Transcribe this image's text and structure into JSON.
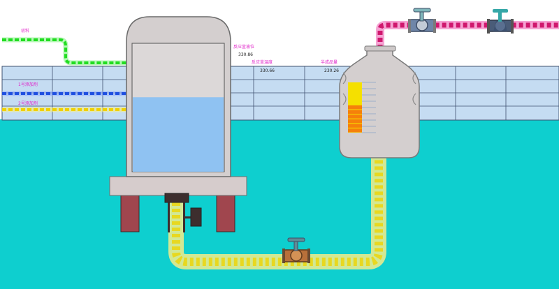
{
  "labels": {
    "initial_material": "初料",
    "additive_1": "1号添加剂",
    "additive_2": "2号添加剂",
    "reactor_level": "反应釜液位",
    "reactor_temperature": "反应釜温度",
    "semi_product": "半成品量"
  },
  "readings": {
    "reactor_level": "330.86",
    "reactor_temperature": "330.66",
    "semi_product": "230.26"
  },
  "levels": {
    "reactor_fill_fraction": 0.58,
    "semi_product_fill_fraction": 0.55
  },
  "colors": {
    "water": "#0ecfcf",
    "grid_fill": "#c5dcf2",
    "grid_line": "#3f5270",
    "pipe_initial": "#33dd33",
    "pipe_additive_1": "#1f4fe0",
    "pipe_additive_2": "#f0d000",
    "pipe_outlet": "#e6d84a",
    "pipe_feed": "#e0208c",
    "reactor_body": "#d4cfcf",
    "reactor_liquid": "#8fc2f2",
    "gauge_fill": "#f5800b",
    "gauge_top": "#f5e000",
    "legs": "#a0464e"
  },
  "icons": [
    "valve-icon",
    "valve-icon",
    "valve-icon"
  ]
}
